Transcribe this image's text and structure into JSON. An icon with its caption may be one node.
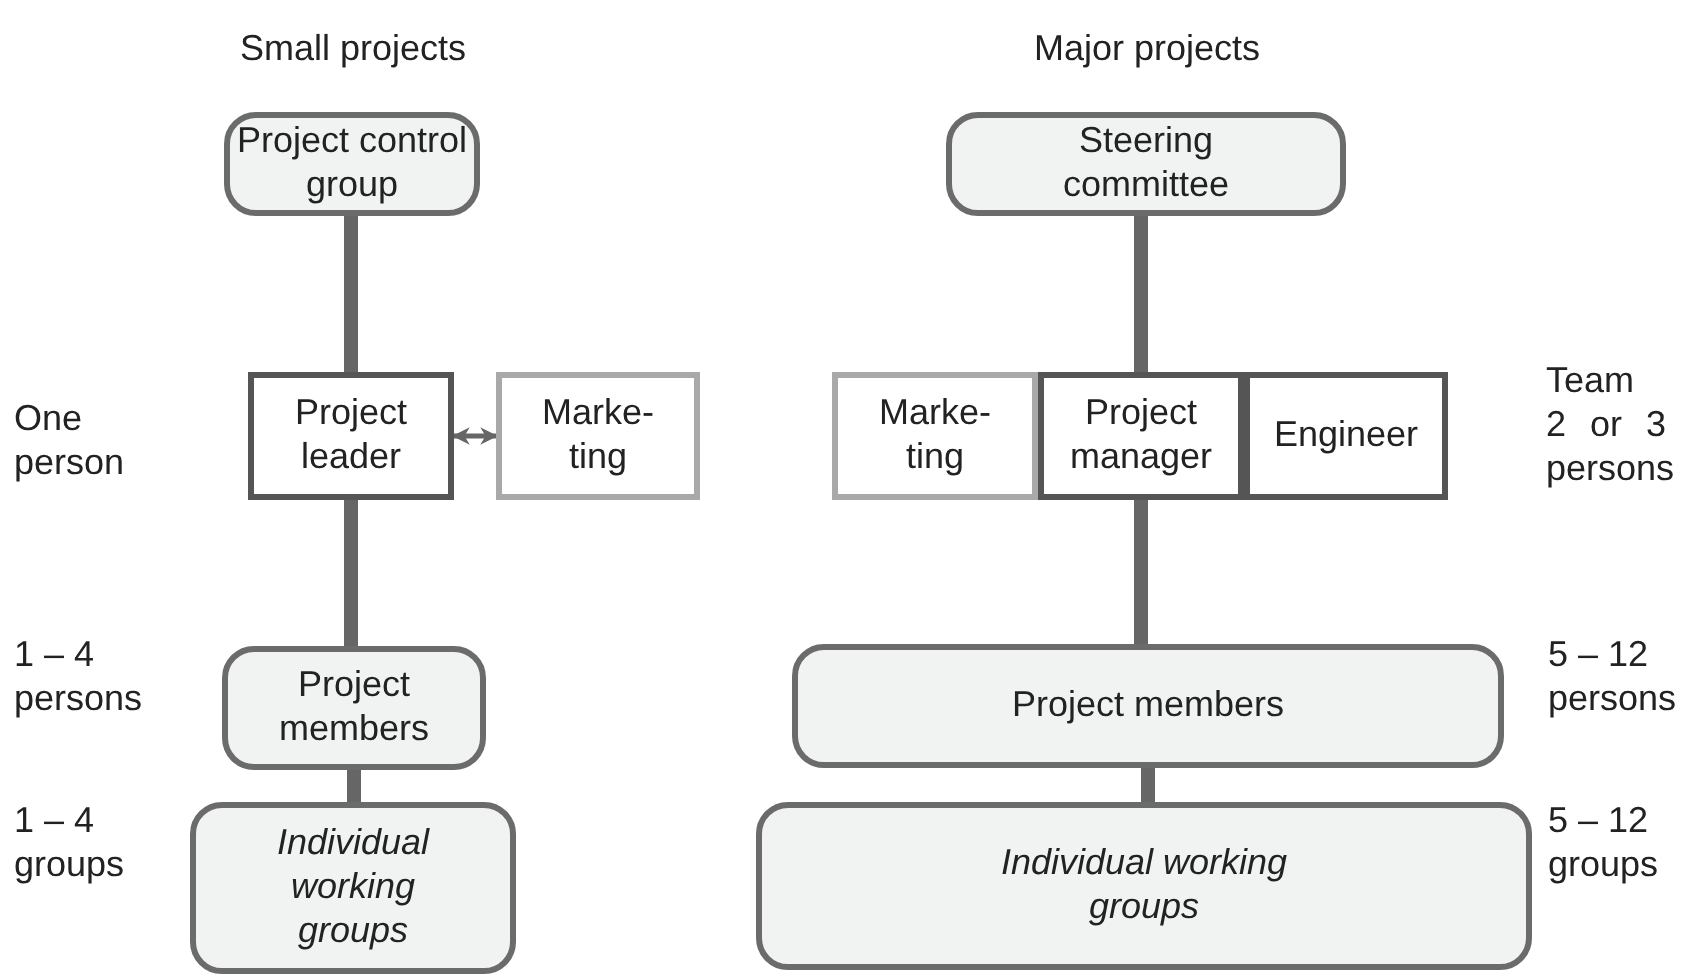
{
  "diagram": {
    "nodes": [
      {
        "text": [
          "Project control group"
        ]
      },
      {
        "text": [
          "Project leader"
        ]
      },
      {
        "text": [
          "Marke- ting"
        ]
      },
      {
        "text": [
          "Project members"
        ]
      },
      {
        "text": [
          "Individual working groups"
        ]
      },
      {
        "text": [
          "Steering committee"
        ]
      },
      {
        "text": [
          "Marke- ting"
        ]
      },
      {
        "text": [
          "Project manager"
        ]
      },
      {
        "text": [
          "Engineer"
        ]
      },
      {
        "text": [
          "Project members"
        ]
      },
      {
        "text": [
          "Individual working groups"
        ]
      }
    ],
    "edges": [
      {
        "from": 0,
        "to": 1,
        "arrow": "none"
      },
      {
        "from": 1,
        "to": 2,
        "arrow": "both"
      },
      {
        "from": 1,
        "to": 3,
        "arrow": "none"
      },
      {
        "from": 3,
        "to": 4,
        "arrow": "none"
      },
      {
        "from": 5,
        "to": 7,
        "arrow": "none"
      },
      {
        "from": 7,
        "to": 9,
        "arrow": "none"
      },
      {
        "from": 9,
        "to": 10,
        "arrow": "none"
      }
    ],
    "labels": [
      "Small projects",
      "Major projects",
      "One person",
      "Team 2 or 3 persons",
      "1 – 4 persons",
      "5 – 12 persons",
      "1 – 4 groups",
      "5 – 12 groups"
    ]
  }
}
